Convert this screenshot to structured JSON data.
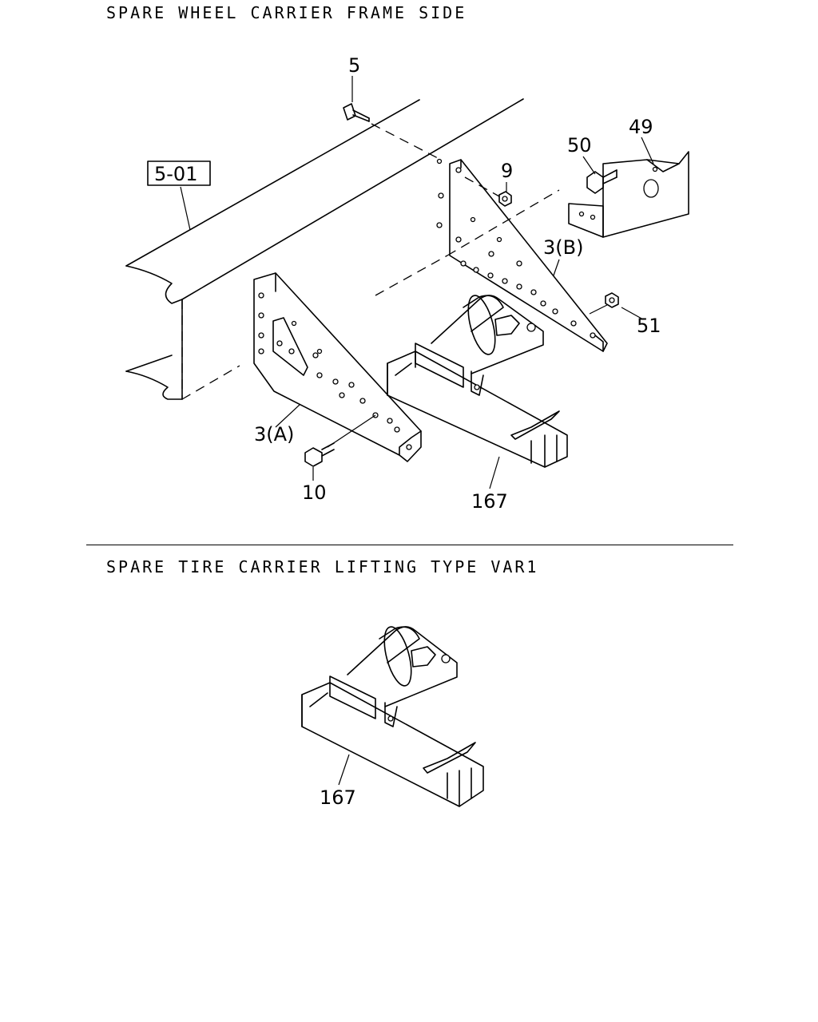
{
  "sections": [
    {
      "title": "SPARE WHEEL CARRIER FRAME SIDE"
    },
    {
      "title": "SPARE TIRE CARRIER LIFTING TYPE VAR1"
    }
  ],
  "callouts": {
    "c5": "5",
    "c501": "5-01",
    "c9": "9",
    "c50": "50",
    "c49": "49",
    "c3b": "3(B)",
    "c51": "51",
    "c3a": "3(A)",
    "c10": "10",
    "c167a": "167",
    "c167b": "167"
  }
}
